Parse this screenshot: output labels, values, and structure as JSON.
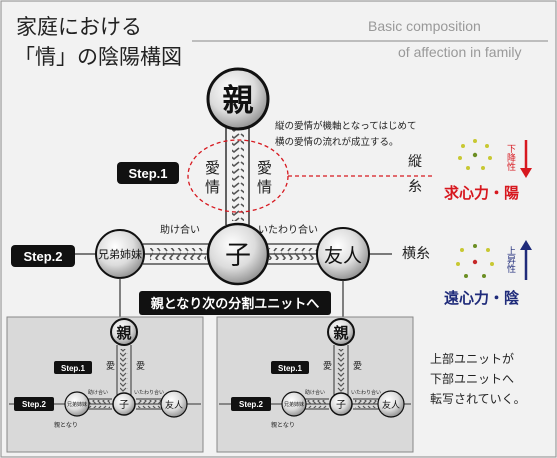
{
  "title": {
    "line1": "家庭における",
    "line2": "「情」の陰陽構図"
  },
  "subtitle": {
    "line1": "Basic composition",
    "line2": "of affection in family"
  },
  "main": {
    "parent": "親",
    "child": "子",
    "siblings": "兄弟姉妹",
    "friend": "友人",
    "affection": "愛情",
    "step1": "Step.1",
    "step2": "Step.2",
    "note_line1": "縦の愛情が機軸となってはじめて",
    "note_line2": "横の愛情の流れが成立する。",
    "mutual_help": "助け合い",
    "consideration": "いたわり合い",
    "vertical_thread": "縦糸",
    "horizontal_thread": "横糸",
    "split_banner": "親となり次の分割ユニットへ"
  },
  "right_panel": {
    "top_arrow_label": "下降性",
    "top_force": "求心力・陽",
    "bottom_arrow_label": "上昇性",
    "bottom_force": "遠心力・陰",
    "top_color": "#d7181f",
    "bottom_color": "#1f2b7a"
  },
  "sub_unit": {
    "parent": "親",
    "child": "子",
    "siblings": "兄弟姉妹",
    "friend": "友人",
    "love": "愛",
    "step1": "Step.1",
    "step2": "Step.2",
    "mutual_help": "助け合い",
    "consideration": "いたわり合い",
    "becoming_parent": "親となり"
  },
  "footer_note": {
    "line1": "上部ユニットが",
    "line2": "下部ユニットへ",
    "line3": "転写されていく。"
  }
}
